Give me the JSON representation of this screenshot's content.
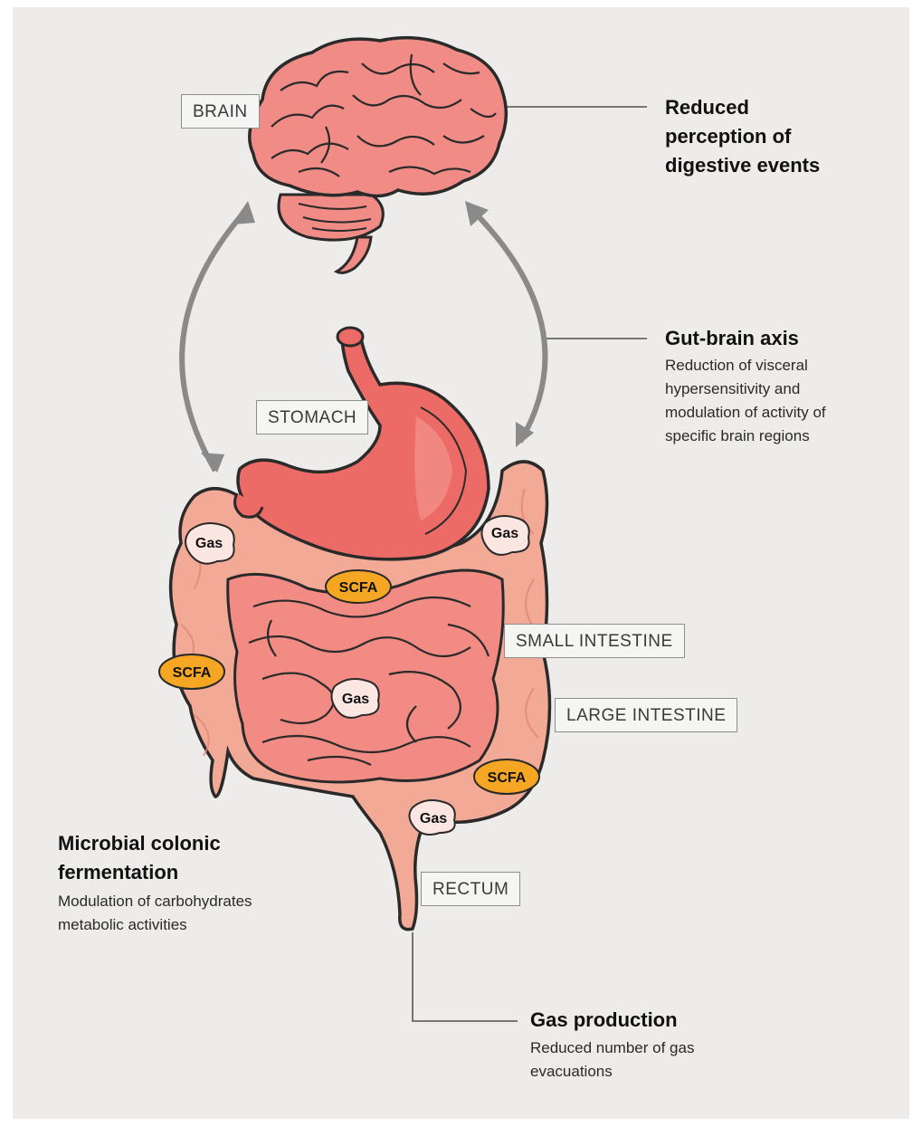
{
  "labels": {
    "brain": "BRAIN",
    "stomach": "STOMACH",
    "small_intestine": "SMALL INTESTINE",
    "large_intestine": "LARGE INTESTINE",
    "rectum": "RECTUM"
  },
  "annotations": {
    "brain_effect": {
      "title_lines": [
        "Reduced",
        "perception of",
        "digestive events"
      ]
    },
    "gut_brain_axis": {
      "title": "Gut-brain axis",
      "desc_lines": [
        "Reduction of visceral",
        "hypersensitivity and",
        "modulation of activity of",
        "specific brain regions"
      ]
    },
    "fermentation": {
      "title_lines": [
        "Microbial colonic",
        "fermentation"
      ],
      "desc_lines": [
        "Modulation of carbohydrates",
        "metabolic activities"
      ]
    },
    "gas_production": {
      "title": "Gas production",
      "desc_lines": [
        "Reduced number of gas",
        "evacuations"
      ]
    }
  },
  "badges": {
    "gas": "Gas",
    "scfa": "SCFA"
  },
  "colors": {
    "background": "#edecea",
    "brain": "#f08b86",
    "stomach": "#ec6b66",
    "small_intestine": "#f18b83",
    "large_intestine": "#f2a996",
    "scfa_badge": "#f5a623",
    "gas_badge": "#fbe6e1",
    "arrow": "#8a8a8a"
  }
}
